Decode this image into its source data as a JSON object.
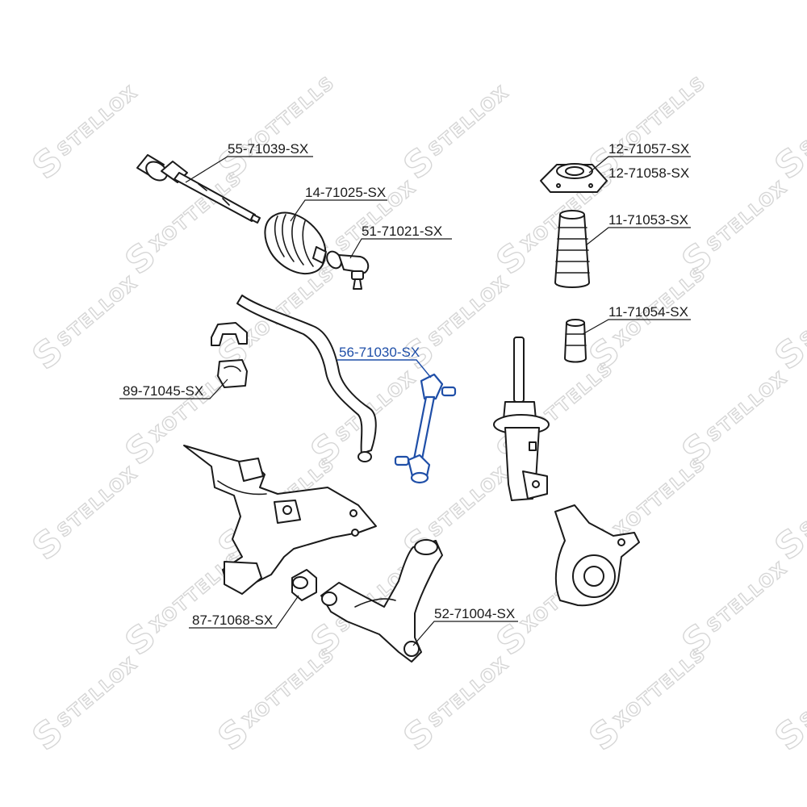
{
  "watermark": {
    "brand_a": "STELLOX",
    "brand_b": "XOTTELLS",
    "logo_glyph": "S"
  },
  "colors": {
    "highlight": "#1f4fa8",
    "line": "#1a1a1a",
    "watermark": "#d6d6d6"
  },
  "callouts": [
    {
      "id": "inner-tie-rod",
      "label": "55-71039-SX"
    },
    {
      "id": "steering-boot",
      "label": "14-71025-SX"
    },
    {
      "id": "tie-rod-end",
      "label": "51-71021-SX"
    },
    {
      "id": "strut-mount-a",
      "label": "12-71057-SX"
    },
    {
      "id": "strut-mount-b",
      "label": "12-71058-SX"
    },
    {
      "id": "dust-boot",
      "label": "11-71053-SX"
    },
    {
      "id": "bump-stop",
      "label": "11-71054-SX"
    },
    {
      "id": "stabilizer-link",
      "label": "56-71030-SX",
      "highlighted": true
    },
    {
      "id": "stabilizer-bushing",
      "label": "89-71045-SX"
    },
    {
      "id": "control-arm-bushing",
      "label": "87-71068-SX"
    },
    {
      "id": "control-arm",
      "label": "52-71004-SX"
    }
  ]
}
